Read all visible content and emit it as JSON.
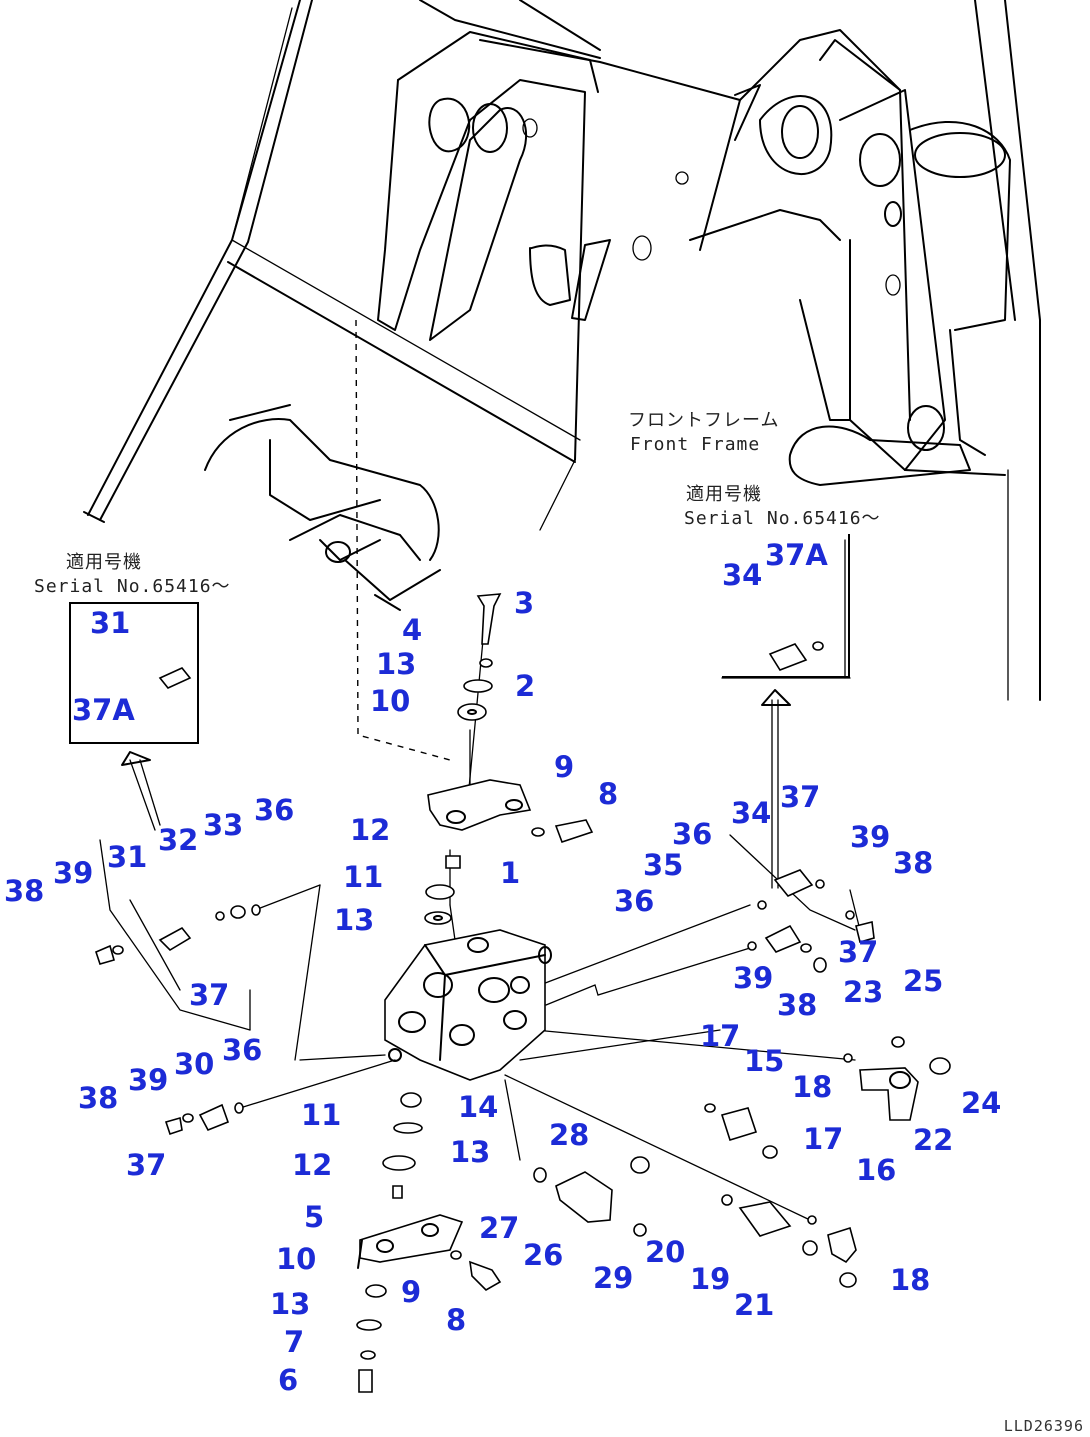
{
  "frame_label": {
    "jp": "フロントフレーム",
    "en": "Front Frame"
  },
  "serial_notes": {
    "left": {
      "jp": "適用号機",
      "en": "Serial No.65416～"
    },
    "right": {
      "jp": "適用号機",
      "en": "Serial No.65416～"
    }
  },
  "drawing_code": "LLD26396",
  "callouts": [
    {
      "id": "c1",
      "text": "1"
    },
    {
      "id": "c2",
      "text": "2"
    },
    {
      "id": "c3",
      "text": "3"
    },
    {
      "id": "c4",
      "text": "4"
    },
    {
      "id": "c5",
      "text": "5"
    },
    {
      "id": "c6",
      "text": "6"
    },
    {
      "id": "c7",
      "text": "7"
    },
    {
      "id": "c8a",
      "text": "8"
    },
    {
      "id": "c8b",
      "text": "8"
    },
    {
      "id": "c9a",
      "text": "9"
    },
    {
      "id": "c9b",
      "text": "9"
    },
    {
      "id": "c10a",
      "text": "10"
    },
    {
      "id": "c10b",
      "text": "10"
    },
    {
      "id": "c11a",
      "text": "11"
    },
    {
      "id": "c11b",
      "text": "11"
    },
    {
      "id": "c12a",
      "text": "12"
    },
    {
      "id": "c12b",
      "text": "12"
    },
    {
      "id": "c13a",
      "text": "13"
    },
    {
      "id": "c13b",
      "text": "13"
    },
    {
      "id": "c13c",
      "text": "13"
    },
    {
      "id": "c13d",
      "text": "13"
    },
    {
      "id": "c14",
      "text": "14"
    },
    {
      "id": "c15",
      "text": "15"
    },
    {
      "id": "c16",
      "text": "16"
    },
    {
      "id": "c17a",
      "text": "17"
    },
    {
      "id": "c17b",
      "text": "17"
    },
    {
      "id": "c18a",
      "text": "18"
    },
    {
      "id": "c18b",
      "text": "18"
    },
    {
      "id": "c19",
      "text": "19"
    },
    {
      "id": "c20",
      "text": "20"
    },
    {
      "id": "c21",
      "text": "21"
    },
    {
      "id": "c22",
      "text": "22"
    },
    {
      "id": "c23",
      "text": "23"
    },
    {
      "id": "c24",
      "text": "24"
    },
    {
      "id": "c25",
      "text": "25"
    },
    {
      "id": "c26",
      "text": "26"
    },
    {
      "id": "c27",
      "text": "27"
    },
    {
      "id": "c28",
      "text": "28"
    },
    {
      "id": "c29",
      "text": "29"
    },
    {
      "id": "c30",
      "text": "30"
    },
    {
      "id": "c31a",
      "text": "31"
    },
    {
      "id": "c31b",
      "text": "31"
    },
    {
      "id": "c32",
      "text": "32"
    },
    {
      "id": "c33",
      "text": "33"
    },
    {
      "id": "c34a",
      "text": "34"
    },
    {
      "id": "c34b",
      "text": "34"
    },
    {
      "id": "c35",
      "text": "35"
    },
    {
      "id": "c36a",
      "text": "36"
    },
    {
      "id": "c36b",
      "text": "36"
    },
    {
      "id": "c36c",
      "text": "36"
    },
    {
      "id": "c36d",
      "text": "36"
    },
    {
      "id": "c37a",
      "text": "37"
    },
    {
      "id": "c37b",
      "text": "37"
    },
    {
      "id": "c37c",
      "text": "37"
    },
    {
      "id": "c37d",
      "text": "37"
    },
    {
      "id": "c37Aa",
      "text": "37A"
    },
    {
      "id": "c37Ab",
      "text": "37A"
    },
    {
      "id": "c38a",
      "text": "38"
    },
    {
      "id": "c38b",
      "text": "38"
    },
    {
      "id": "c38c",
      "text": "38"
    },
    {
      "id": "c38d",
      "text": "38"
    },
    {
      "id": "c39a",
      "text": "39"
    },
    {
      "id": "c39b",
      "text": "39"
    },
    {
      "id": "c39c",
      "text": "39"
    },
    {
      "id": "c39d",
      "text": "39"
    }
  ]
}
